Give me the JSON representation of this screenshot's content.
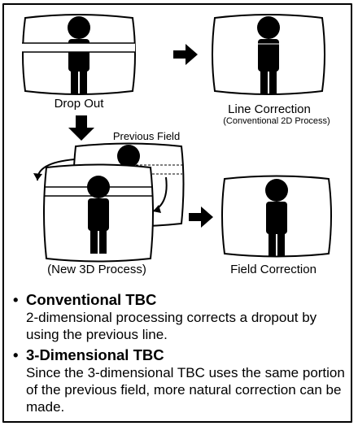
{
  "captions": {
    "drop_out": "Drop Out",
    "line_correction": "Line Correction",
    "line_correction_sub": "(Conventional 2D Process)",
    "previous_field": "Previous Field",
    "new_3d_process": "(New 3D Process)",
    "field_correction": "Field Correction"
  },
  "bullets": [
    {
      "marker": "•",
      "title": "Conventional TBC",
      "body": "2-dimensional processing corrects a dropout by using the previous line."
    },
    {
      "marker": "•",
      "title": "3-Dimensional TBC",
      "body": "Since the 3-dimensional TBC uses the same portion of the previous field, more natural correction can be made."
    }
  ],
  "colors": {
    "ink": "#000000",
    "paper": "#ffffff"
  }
}
